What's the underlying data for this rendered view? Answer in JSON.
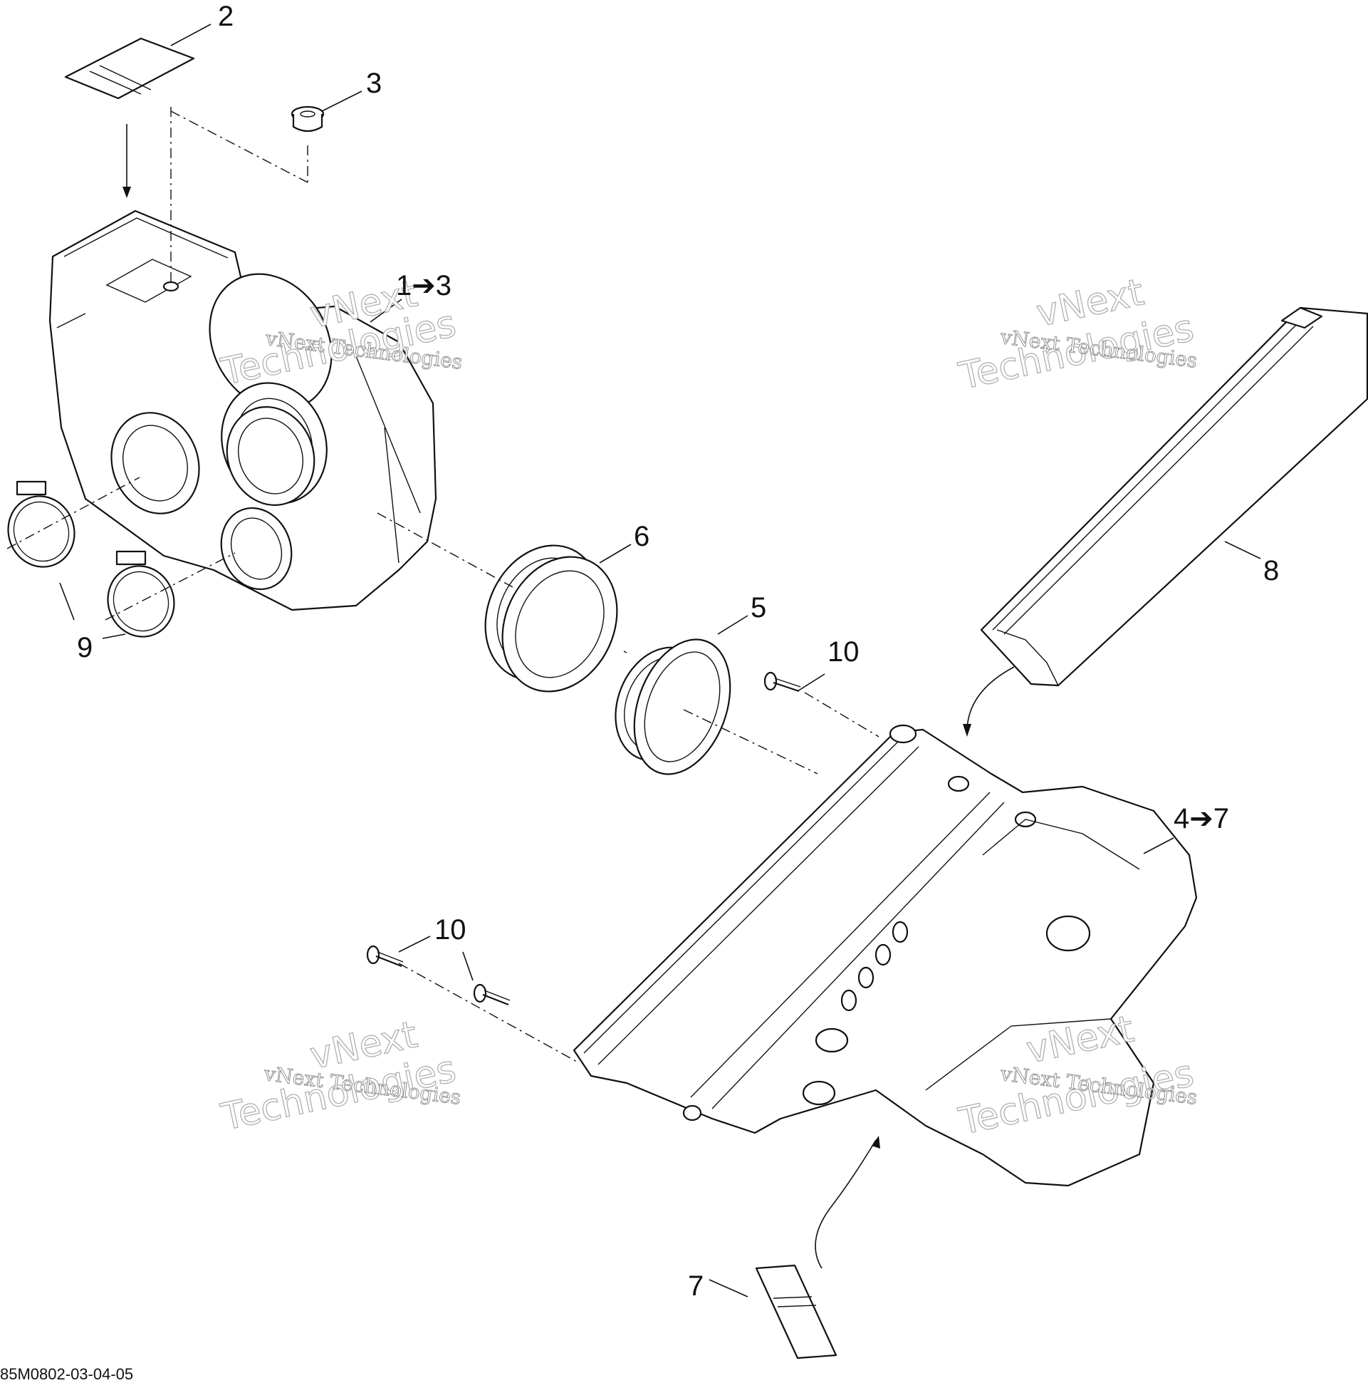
{
  "callouts": {
    "c2": "2",
    "c3": "3",
    "c1to3": "1➔3",
    "c6": "6",
    "c5": "5",
    "c8": "8",
    "c9": "9",
    "c10a": "10",
    "c10b": "10",
    "c4to7": "4➔7",
    "c7": "7"
  },
  "watermark": {
    "company": "vNext Technologies",
    "line1": "vNext",
    "line2": "Technologies"
  },
  "figure_code": "85M0802-03-04-05"
}
